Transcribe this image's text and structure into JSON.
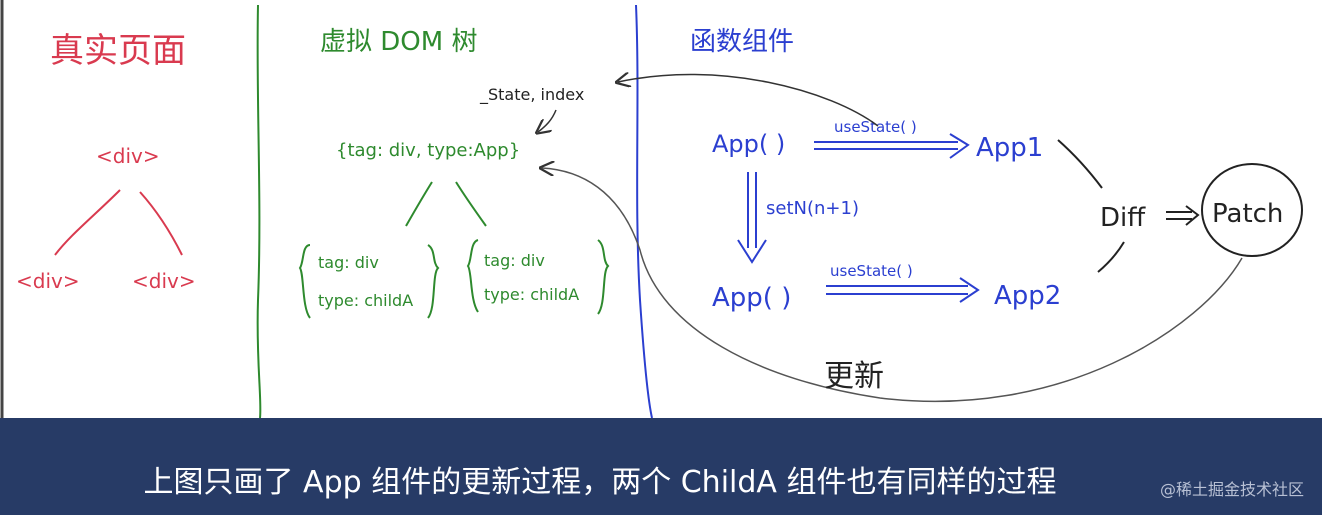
{
  "panels": {
    "real_page": {
      "title": "真实页面",
      "root_node": "<div>",
      "left_child": "<div>",
      "right_child": "<div>"
    },
    "virtual_dom": {
      "title": "虚拟 DOM 树",
      "hook_label": "_State, index",
      "root_node": "{tag: div, type:App}",
      "child_a_tag": "tag: div",
      "child_a_type": "type: childA",
      "child_b_tag": "tag: div",
      "child_b_type": "type: childA"
    },
    "function_component": {
      "title": "函数组件",
      "app_call_1": "App( )",
      "use_state_1": "useState( )",
      "app_result_1": "App1",
      "set_n": "setN(n+1)",
      "app_call_2": "App( )",
      "use_state_2": "useState( )",
      "app_result_2": "App2",
      "diff": "Diff",
      "patch": "Patch",
      "update": "更新"
    }
  },
  "caption": "上图只画了 App 组件的更新过程，两个 ChildA 组件也有同样的过程",
  "watermark": "@稀土掘金技术社区",
  "colors": {
    "real_page": "#d93a4f",
    "virtual_dom": "#2e8a2e",
    "function_component": "#2b3fd0",
    "caption_bar": "#273b66"
  }
}
